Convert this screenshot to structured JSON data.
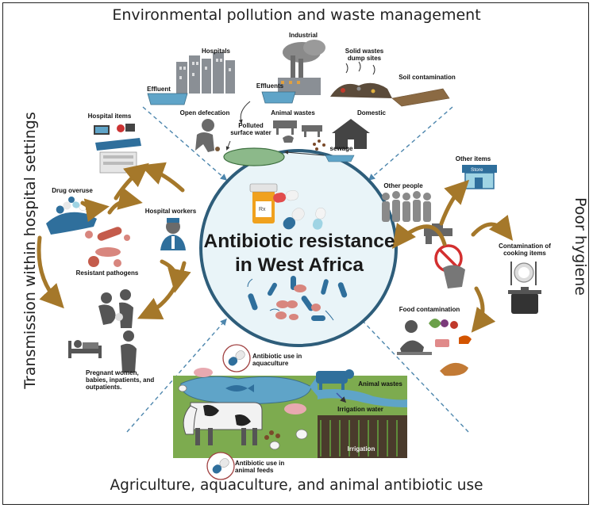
{
  "sections": {
    "top": "Environmental  pollution and waste management",
    "bottom": "Agriculture, aquaculture, and animal antibiotic use",
    "left": "Transmission within hospital settings",
    "right": "Poor hygiene"
  },
  "center": {
    "line1": "Antibiotic resistance",
    "line2": "in West Africa",
    "pill_label": "Rx"
  },
  "environment": {
    "hospitals": "Hospitals",
    "industrial": "Industrial",
    "solid_wastes": "Solid wastes dump sites",
    "soil_contamination": "Soil contamination",
    "effluent": "Effluent",
    "effluents": "Effluents",
    "open_defecation": "Open defecation",
    "animal_wastes": "Animal wastes",
    "domestic": "Domestic",
    "polluted_water": "Polluted surface  water",
    "sewage": "sewage"
  },
  "hospital": {
    "hospital_items": "Hospital items",
    "drug_overuse": "Drug overuse",
    "hospital_workers": "Hospital workers",
    "resistant_pathogens": "Resistant pathogens",
    "patients": "Pregnant women, babies, inpatients, and outpatients."
  },
  "hygiene": {
    "other_items": "Other items",
    "store": "Store",
    "other_people": "Other people",
    "contamination_cooking": "Contamination of cooking items",
    "food_contamination": "Food contamination"
  },
  "agriculture": {
    "aquaculture": "Antibiotic use in aquaculture",
    "animal_wastes": "Animal wastes",
    "irrigation_water": "Irrigation water",
    "irrigation": "Irrigation",
    "animal_feeds": "Antibiotic use in animal feeds"
  },
  "colors": {
    "arrow": "#a5782a",
    "circle_fill": "#e9f4f8",
    "circle_stroke": "#2e5d7a",
    "pill_blue": "#2f6f9c",
    "bacteria_pink": "#d8867e",
    "dashed": "#4d86ad",
    "grass": "#7dab4f",
    "water": "#5fa4c8"
  }
}
